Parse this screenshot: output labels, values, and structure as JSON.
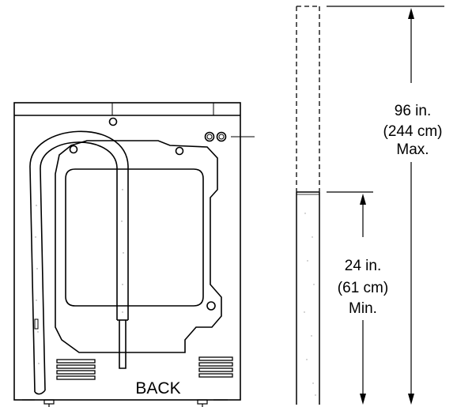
{
  "figure": {
    "back_label": "BACK",
    "max_height": {
      "line1": "96 in.",
      "line2": "(244 cm)",
      "line3": "Max."
    },
    "min_height": {
      "line1": "24 in.",
      "line2": "(61 cm)",
      "line3": "Min."
    }
  }
}
